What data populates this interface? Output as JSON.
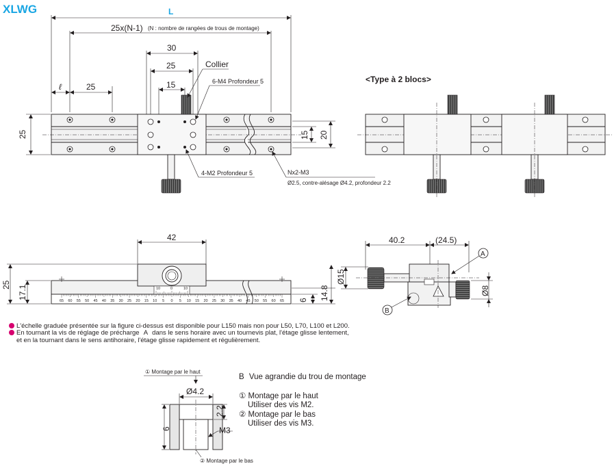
{
  "title": "XLWG",
  "top_view": {
    "dim_L": "L",
    "dim_pitch": "25x(N-1)",
    "dim_pitch_note": "(N : nombre de rangées de trous de montage)",
    "dim_30": "30",
    "dim_25_center": "25",
    "dim_15_center": "15",
    "dim_l": "ℓ",
    "dim_25_left": "25",
    "dim_25_height": "25",
    "dim_15_right": "15",
    "dim_20_right": "20",
    "label_collier": "Collier",
    "label_m4": "6-M4 Profondeur 5",
    "label_m2": "4-M2 Profondeur 5",
    "label_nx2": "Nx2-M3",
    "label_counterbore": "Ø2.5, contre-alésage Ø4.2, profondeur 2.2"
  },
  "two_block": {
    "title": "<Type à 2 blocs>"
  },
  "front_view": {
    "dim_42": "42",
    "dim_25": "25",
    "dim_17_1": "17.1",
    "dim_14_8": "14.8",
    "dim_6": "6",
    "scale_top": [
      "10",
      "0",
      "10"
    ],
    "scale_labels": [
      "65",
      "60",
      "55",
      "50",
      "45",
      "40",
      "35",
      "30",
      "25",
      "20",
      "15",
      "10",
      "5",
      "0",
      "5",
      "10",
      "15",
      "20",
      "25",
      "30",
      "35",
      "40",
      "45",
      "50",
      "55",
      "60",
      "65"
    ]
  },
  "side_view": {
    "dim_40_2": "40.2",
    "dim_24_5": "(24.5)",
    "dim_d15": "Ø15",
    "dim_d8": "Ø8",
    "label_a": "A",
    "label_b": "B"
  },
  "notes": [
    "L'échelle graduée présentée sur la figure ci-dessus est disponible pour L150 mais non pour L50, L70, L100 et L200.",
    "En tournant la vis de réglage de précharge",
    "dans le sens horaire avec un tournevis plat, l'étage glisse lentement,",
    "et en la tournant dans le sens antihoraire, l'étage glisse rapidement et régulièrement."
  ],
  "detail": {
    "label_top": "Montage par le haut",
    "label_bottom": "Montage par le bas",
    "dim_d4_2": "Ø4.2",
    "dim_2_2": "2.2",
    "dim_6": "6",
    "dim_m3": "M3",
    "title": "Vue agrandie du trou de montage",
    "item1_title": "Montage par le haut",
    "item1_text": "Utiliser des vis M2.",
    "item2_title": "Montage par le bas",
    "item2_text": "Utiliser des vis M3."
  },
  "colors": {
    "title": "#1aa6e3",
    "note_icon": "#d6006f"
  }
}
